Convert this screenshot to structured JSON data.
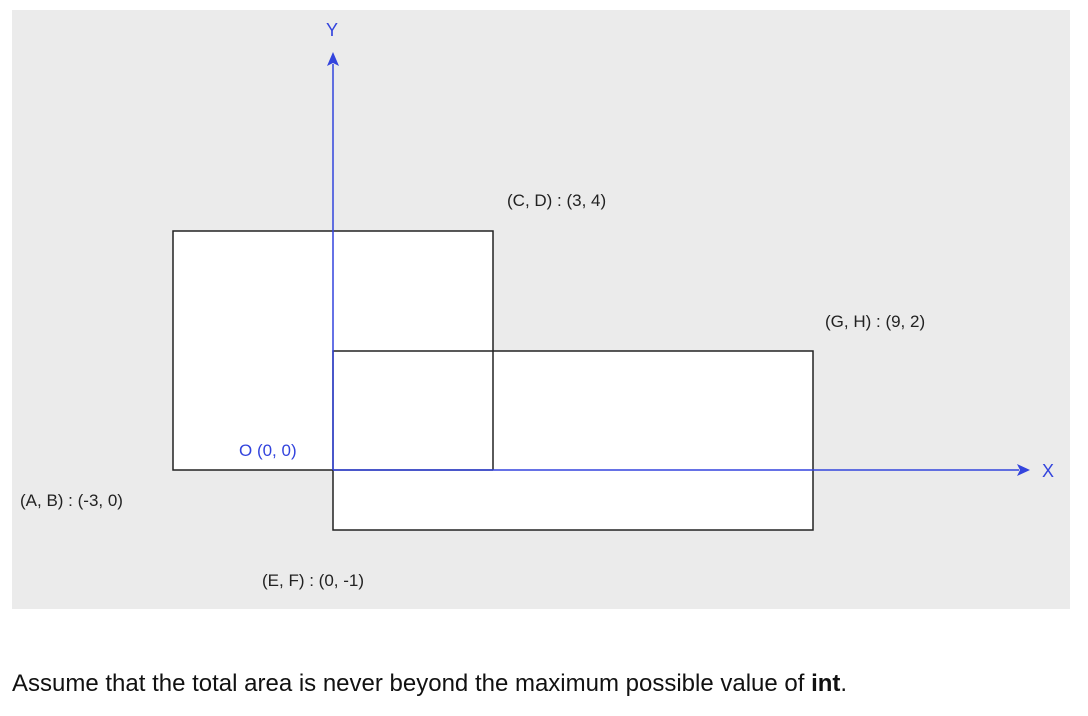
{
  "diagram": {
    "axis_x_label": "X",
    "axis_y_label": "Y",
    "origin_label": "O (0, 0)",
    "labels": {
      "ab": "(A, B) : (-3, 0)",
      "cd": "(C, D) : (3, 4)",
      "ef": "(E, F) : (0, -1)",
      "gh": "(G, H) : (9, 2)"
    },
    "colors": {
      "axis": "#3344dd",
      "rect_stroke": "#222222",
      "rect_fill": "#ffffff",
      "background": "#ebebeb"
    }
  },
  "caption": {
    "text": "Assume that the total area is never beyond the maximum possible value of ",
    "bold": "int",
    "suffix": "."
  }
}
